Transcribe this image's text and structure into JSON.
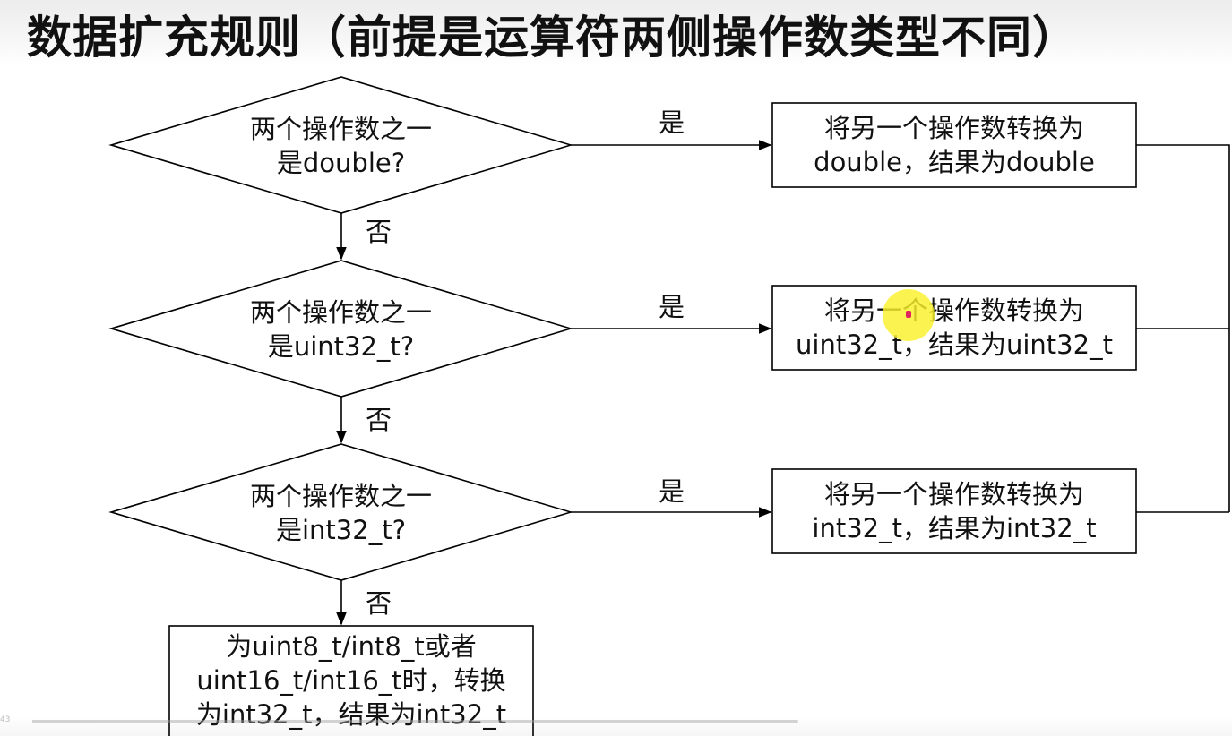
{
  "title": "数据扩充规则（前提是运算符两侧操作数类型不同）",
  "decisions": [
    {
      "line1": "两个操作数之一",
      "line2": "是double?"
    },
    {
      "line1": "两个操作数之一",
      "line2": "是uint32_t?"
    },
    {
      "line1": "两个操作数之一",
      "line2": "是int32_t?"
    }
  ],
  "results": [
    {
      "line1": "将另一个操作数转换为",
      "line2": "double，结果为double"
    },
    {
      "line1": "将另一个操作数转换为",
      "line2": "uint32_t，结果为uint32_t"
    },
    {
      "line1": "将另一个操作数转换为",
      "line2": "int32_t，结果为int32_t"
    }
  ],
  "final_box": {
    "line1": "为uint8_t/int8_t或者",
    "line2": "uint16_t/int16_t时，转换",
    "line3": "为int32_t，结果为int32_t"
  },
  "labels": {
    "yes": "是",
    "no": "否"
  },
  "player": {
    "time": "43",
    "progress": 0.09
  },
  "colors": {
    "cursor_highlight": "#faf028",
    "line": "#000000"
  }
}
